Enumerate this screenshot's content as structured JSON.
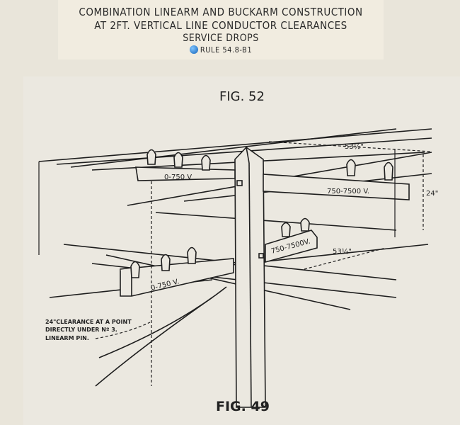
{
  "header": {
    "line1": "COMBINATION LINEARM AND BUCKARM CONSTRUCTION",
    "line2": "AT 2FT. VERTICAL LINE CONDUCTOR CLEARANCES",
    "line3": "SERVICE DROPS",
    "rule": "RULE 54.8-B1"
  },
  "diagram": {
    "background_fig": "FIG. 52",
    "upper_arm_left": "0-750 V",
    "upper_arm_right": "750-7500 V.",
    "vertical_clearance": "24\"",
    "upper_spacing": "53½\"",
    "buckarm_label": "750-7500V.",
    "lower_spacing": "53½\"",
    "lower_arm_label": "0-750 V.",
    "note_line1": "24\"CLEARANCE AT A POINT",
    "note_line2": "DIRECTLY UNDER Nº 3.",
    "note_line3": "LINEARM PIN.",
    "figure": "FIG. 49"
  }
}
